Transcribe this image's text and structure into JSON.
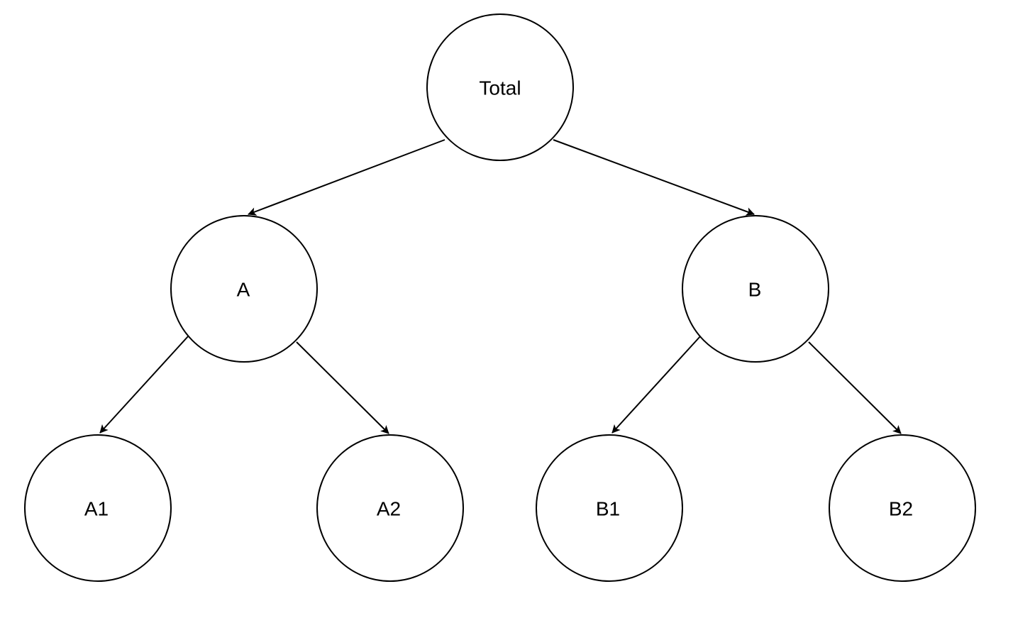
{
  "diagram": {
    "nodes": [
      {
        "id": "total",
        "label": "Total"
      },
      {
        "id": "a",
        "label": "A"
      },
      {
        "id": "b",
        "label": "B"
      },
      {
        "id": "a1",
        "label": "A1"
      },
      {
        "id": "a2",
        "label": "A2"
      },
      {
        "id": "b1",
        "label": "B1"
      },
      {
        "id": "b2",
        "label": "B2"
      }
    ],
    "edges": [
      {
        "from": "total",
        "to": "a"
      },
      {
        "from": "total",
        "to": "b"
      },
      {
        "from": "a",
        "to": "a1"
      },
      {
        "from": "a",
        "to": "a2"
      },
      {
        "from": "b",
        "to": "b1"
      },
      {
        "from": "b",
        "to": "b2"
      }
    ]
  }
}
